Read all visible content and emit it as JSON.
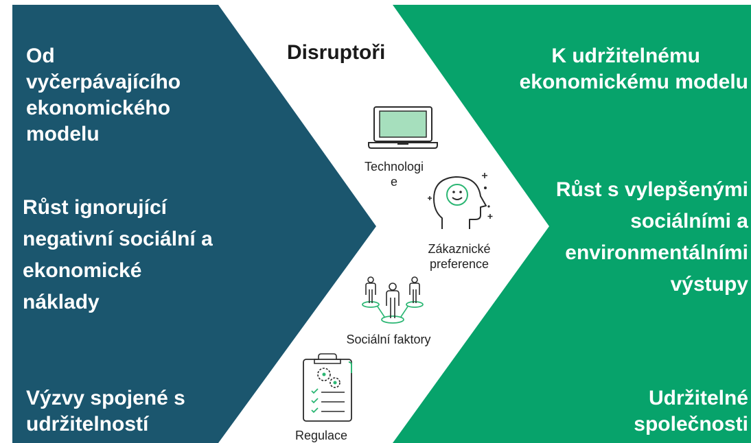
{
  "colors": {
    "left_panel": "#1b566e",
    "right_panel": "#07a36b",
    "icon_stroke": "#2a2a2a",
    "icon_accent": "#2bb673",
    "screen_fill": "#a6dfbd"
  },
  "title": "Disruptoři",
  "left": {
    "heading": [
      "Od",
      "vyčerpávajícího",
      "ekonomického",
      "modelu"
    ],
    "growth": [
      "Růst ignorující",
      "negativní sociální a",
      "ekonomické",
      "náklady"
    ],
    "challenges": [
      "Výzvy spojené s",
      "udržitelností"
    ]
  },
  "right": {
    "heading": [
      "K udržitelnému",
      "ekonomickému modelu"
    ],
    "growth": [
      "Růst s vylepšenými",
      "sociálními a",
      "environmentálními",
      "výstupy"
    ],
    "companies": [
      "Udržitelné",
      "společnosti"
    ]
  },
  "disruptors": [
    {
      "icon": "laptop-icon",
      "label": [
        "Technologi",
        "e"
      ]
    },
    {
      "icon": "head-smile-icon",
      "label": [
        "Zákaznické",
        "preference"
      ]
    },
    {
      "icon": "people-network-icon",
      "label": [
        "Sociální faktory"
      ]
    },
    {
      "icon": "clipboard-gears-icon",
      "label": [
        "Regulace"
      ]
    }
  ]
}
